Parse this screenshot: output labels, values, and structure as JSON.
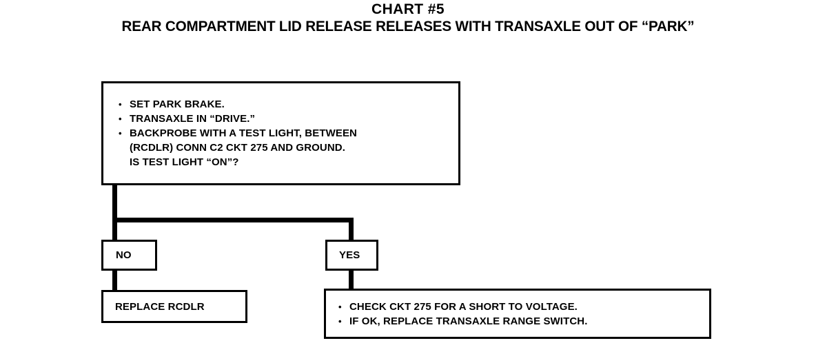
{
  "header": {
    "chart_title": "CHART #5",
    "chart_subtitle": "REAR COMPARTMENT LID RELEASE RELEASES WITH TRANSAXLE OUT OF “PARK”"
  },
  "flowchart": {
    "decision": {
      "name": "test-procedure-box",
      "lines": [
        {
          "type": "bullet",
          "text": "SET PARK BRAKE."
        },
        {
          "type": "bullet",
          "text": "TRANSAXLE IN “DRIVE.”"
        },
        {
          "type": "bullet",
          "text": "BACKPROBE WITH A TEST LIGHT, BETWEEN"
        },
        {
          "type": "cont",
          "text": "(RCDLR) CONN C2 CKT 275 AND GROUND."
        },
        {
          "type": "cont",
          "text": "IS TEST LIGHT “ON”?"
        }
      ]
    },
    "branches": {
      "no_label": "NO",
      "yes_label": "YES"
    },
    "outcomes": {
      "no_action": "REPLACE RCDLR",
      "yes_actions": [
        "CHECK CKT 275 FOR A SHORT TO VOLTAGE.",
        "IF OK, REPLACE TRANSAXLE RANGE SWITCH."
      ]
    }
  },
  "colors": {
    "ink": "#000000",
    "paper": "#ffffff"
  }
}
